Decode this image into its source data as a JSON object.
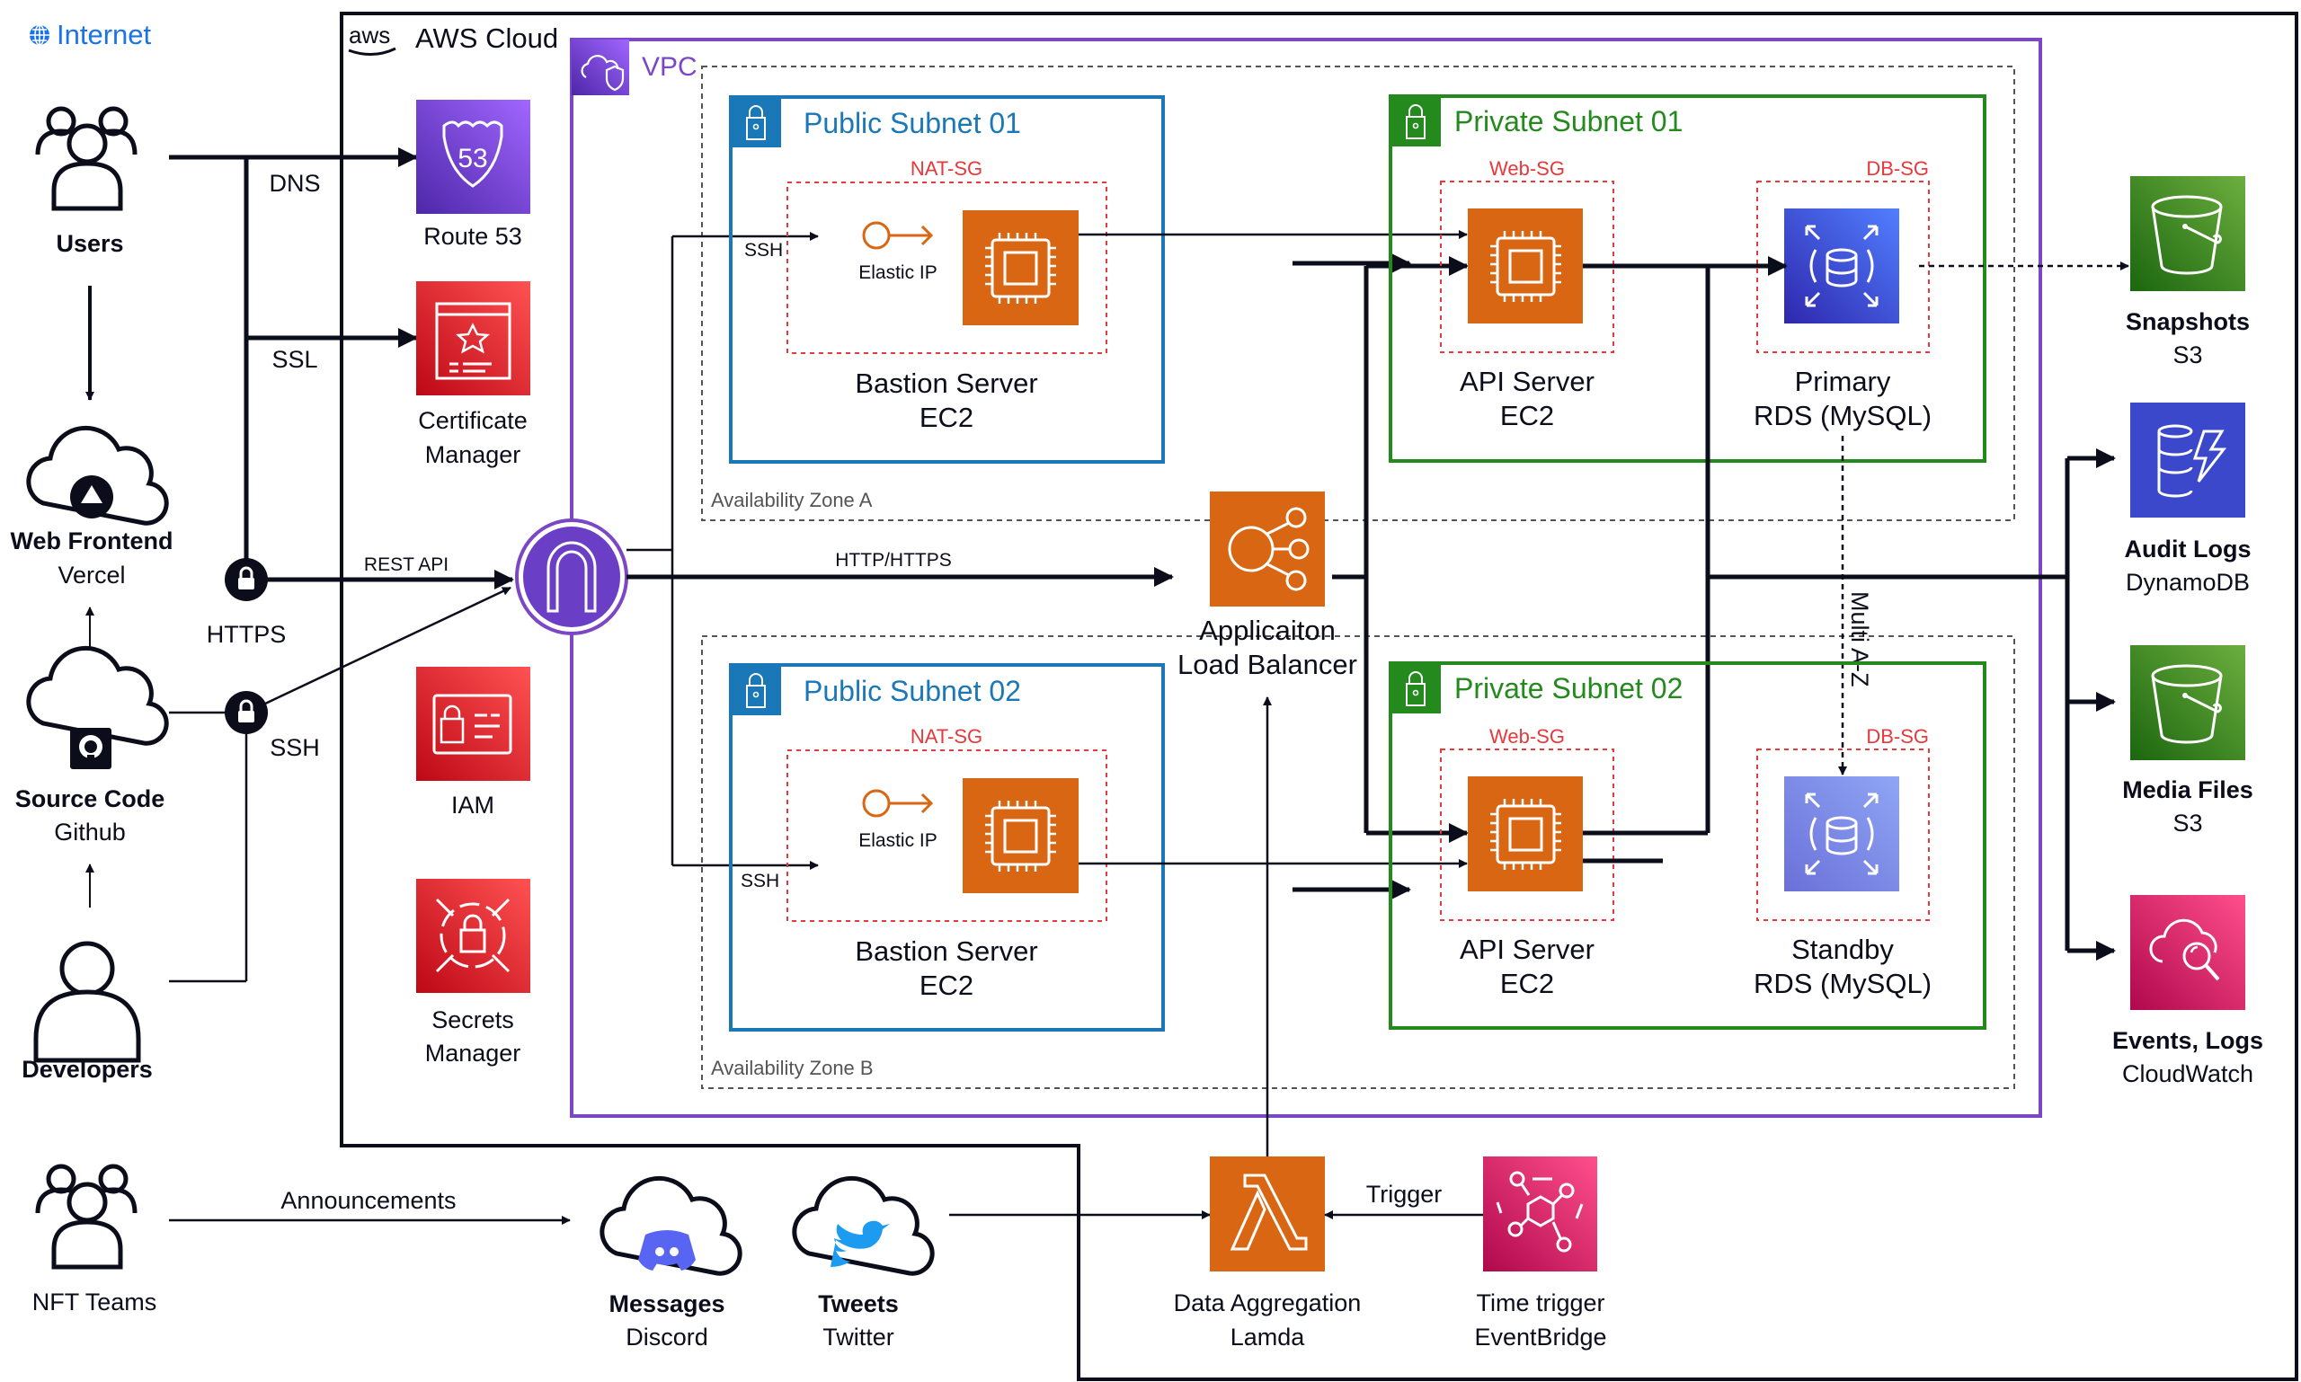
{
  "internet": {
    "icon": "globe-icon",
    "label": "Internet",
    "color": "#1a73e8"
  },
  "aws_cloud": {
    "label": "AWS Cloud",
    "logo": "aws-logo"
  },
  "vpc": {
    "label": "VPC",
    "color": "#7b47c6"
  },
  "availability_zones": [
    "Availability Zone A",
    "Availability Zone B"
  ],
  "external_actors": {
    "users": {
      "label": "Users"
    },
    "web_frontend": {
      "title": "Web Frontend",
      "subtitle": "Vercel"
    },
    "source_code": {
      "title": "Source Code",
      "subtitle": "Github"
    },
    "developers": {
      "label": "Developers"
    },
    "nft_teams": {
      "label": "NFT Teams"
    },
    "discord": {
      "title": "Messages",
      "subtitle": "Discord"
    },
    "twitter": {
      "title": "Tweets",
      "subtitle": "Twitter"
    }
  },
  "edge_labels": {
    "dns": "DNS",
    "ssl": "SSL",
    "https": "HTTPS",
    "rest_api": "REST API",
    "ssh_dev": "SSH",
    "http_https": "HTTP/HTTPS",
    "ssh_bastion_a": "SSH",
    "ssh_bastion_b": "SSH",
    "multi_az": "Multi A-Z",
    "announcements": "Announcements",
    "trigger": "Trigger"
  },
  "global_services": {
    "route53": {
      "label": "Route 53",
      "color": "#6a3fc5"
    },
    "acm": {
      "title": "Certificate",
      "subtitle": "Manager",
      "color": "#dd2c35"
    },
    "iam": {
      "label": "IAM",
      "color": "#dd2c35"
    },
    "secrets": {
      "title": "Secrets",
      "subtitle": "Manager",
      "color": "#dd2c35"
    }
  },
  "subnets": {
    "public_a": {
      "title": "Public Subnet 01",
      "sg": "NAT-SG",
      "eip": "Elastic IP",
      "server": "Bastion Server",
      "type": "EC2"
    },
    "public_b": {
      "title": "Public Subnet 02",
      "sg": "NAT-SG",
      "eip": "Elastic IP",
      "server": "Bastion Server",
      "type": "EC2"
    },
    "private_a": {
      "title": "Private Subnet 01",
      "web_sg": "Web-SG",
      "db_sg": "DB-SG",
      "api": "API Server",
      "api_type": "EC2",
      "db": "Primary",
      "db_type": "RDS (MySQL)"
    },
    "private_b": {
      "title": "Private Subnet 02",
      "web_sg": "Web-SG",
      "db_sg": "DB-SG",
      "api": "API Server",
      "api_type": "EC2",
      "db": "Standby",
      "db_type": "RDS (MySQL)"
    }
  },
  "alb": {
    "title": "Applicaiton",
    "subtitle": "Load Balancer"
  },
  "storage": {
    "snapshots": {
      "title": "Snapshots",
      "subtitle": "S3"
    },
    "audit_logs": {
      "title": "Audit Logs",
      "subtitle": "DynamoDB"
    },
    "media_files": {
      "title": "Media Files",
      "subtitle": "S3"
    },
    "cloudwatch": {
      "title": "Events, Logs",
      "subtitle": "CloudWatch"
    }
  },
  "lambda": {
    "title": "Data Aggregation",
    "subtitle": "Lamda"
  },
  "eventbridge": {
    "title": "Time trigger",
    "subtitle": "EventBridge"
  },
  "colors": {
    "ec2": "#d86613",
    "rds_primary": "#3b48cc",
    "rds_standby": "#7d8ee6",
    "s3": "#3f8624",
    "dynamodb": "#3b48cc",
    "cloudwatch": "#d6246e",
    "eventbridge": "#d6246e",
    "public_subnet": "#1a78b8",
    "private_subnet": "#248a1d",
    "security_group": "#e8383b"
  }
}
